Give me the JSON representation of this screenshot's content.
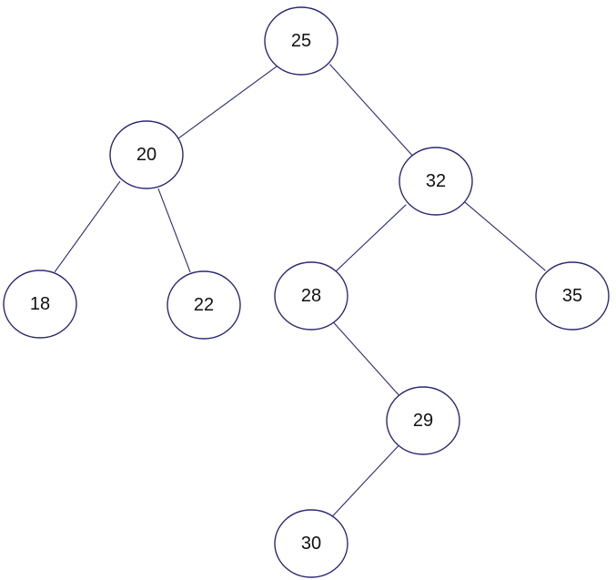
{
  "diagram": {
    "type": "binary-search-tree",
    "colors": {
      "stroke": "#2a2a72",
      "node_fill": "#ffffff",
      "text": "#111111",
      "background": "#ffffff"
    },
    "nodes": [
      {
        "id": "n25",
        "label": "25"
      },
      {
        "id": "n20",
        "label": "20"
      },
      {
        "id": "n32",
        "label": "32"
      },
      {
        "id": "n18",
        "label": "18"
      },
      {
        "id": "n22",
        "label": "22"
      },
      {
        "id": "n28",
        "label": "28"
      },
      {
        "id": "n35",
        "label": "35"
      },
      {
        "id": "n29",
        "label": "29"
      },
      {
        "id": "n30",
        "label": "30"
      }
    ],
    "edges": [
      {
        "from": "n25",
        "to": "n20"
      },
      {
        "from": "n25",
        "to": "n32"
      },
      {
        "from": "n20",
        "to": "n18"
      },
      {
        "from": "n20",
        "to": "n22"
      },
      {
        "from": "n32",
        "to": "n28"
      },
      {
        "from": "n32",
        "to": "n35"
      },
      {
        "from": "n28",
        "to": "n29"
      },
      {
        "from": "n29",
        "to": "n30"
      }
    ]
  }
}
